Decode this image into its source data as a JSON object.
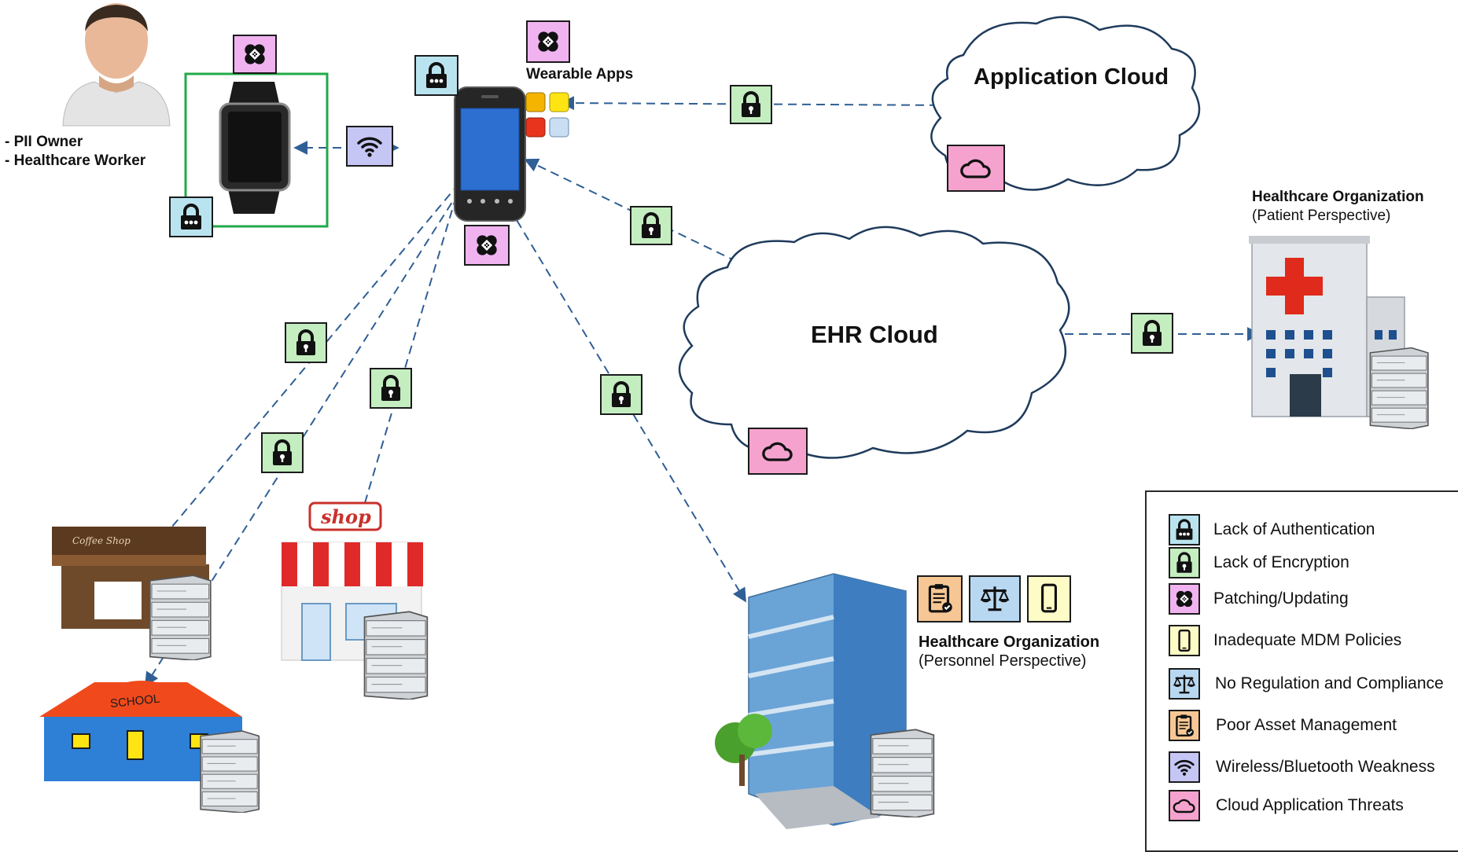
{
  "person": {
    "roles": [
      "- PII Owner",
      "- Healthcare Worker"
    ]
  },
  "wearable_apps": {
    "label": "Wearable Apps"
  },
  "clouds": {
    "application": "Application Cloud",
    "ehr": "EHR Cloud"
  },
  "orgs": {
    "patient": {
      "name": "Healthcare Organization",
      "perspective": "(Patient Perspective)"
    },
    "personnel": {
      "name": "Healthcare Organization",
      "perspective": "(Personnel Perspective)"
    }
  },
  "shop_sign": "shop",
  "school_sign": "SCHOOL",
  "coffee_sign": "Coffee Shop",
  "legend": [
    {
      "icon": "padlock-dots-icon",
      "color": "#b9e4ef",
      "label": "Lack of Authentication"
    },
    {
      "icon": "padlock-icon",
      "color": "#c4edc0",
      "label": "Lack of Encryption"
    },
    {
      "icon": "bandage-icon",
      "color": "#f0b3f0",
      "label": "Patching/Updating"
    },
    {
      "icon": "smartphone-icon",
      "color": "#fdfbc6",
      "label": "Inadequate MDM Policies"
    },
    {
      "icon": "scales-icon",
      "color": "#b8d8f2",
      "label": "No Regulation and Compliance"
    },
    {
      "icon": "clipboard-icon",
      "color": "#f6c794",
      "label": "Poor Asset Management"
    },
    {
      "icon": "wifi-icon",
      "color": "#c6c6f5",
      "label": "Wireless/Bluetooth Weakness"
    },
    {
      "icon": "cloud-icon",
      "color": "#f6a2cf",
      "label": "Cloud Application Threats"
    }
  ],
  "colors": {
    "link": "#2f5f95",
    "auth": "#b9e4ef",
    "encryption": "#c4edc0",
    "patching": "#f0b3f0",
    "mdm": "#fdfbc6",
    "regulation": "#b8d8f2",
    "asset": "#f6c794",
    "wireless": "#c6c6f5",
    "cloud": "#f6a2cf"
  }
}
